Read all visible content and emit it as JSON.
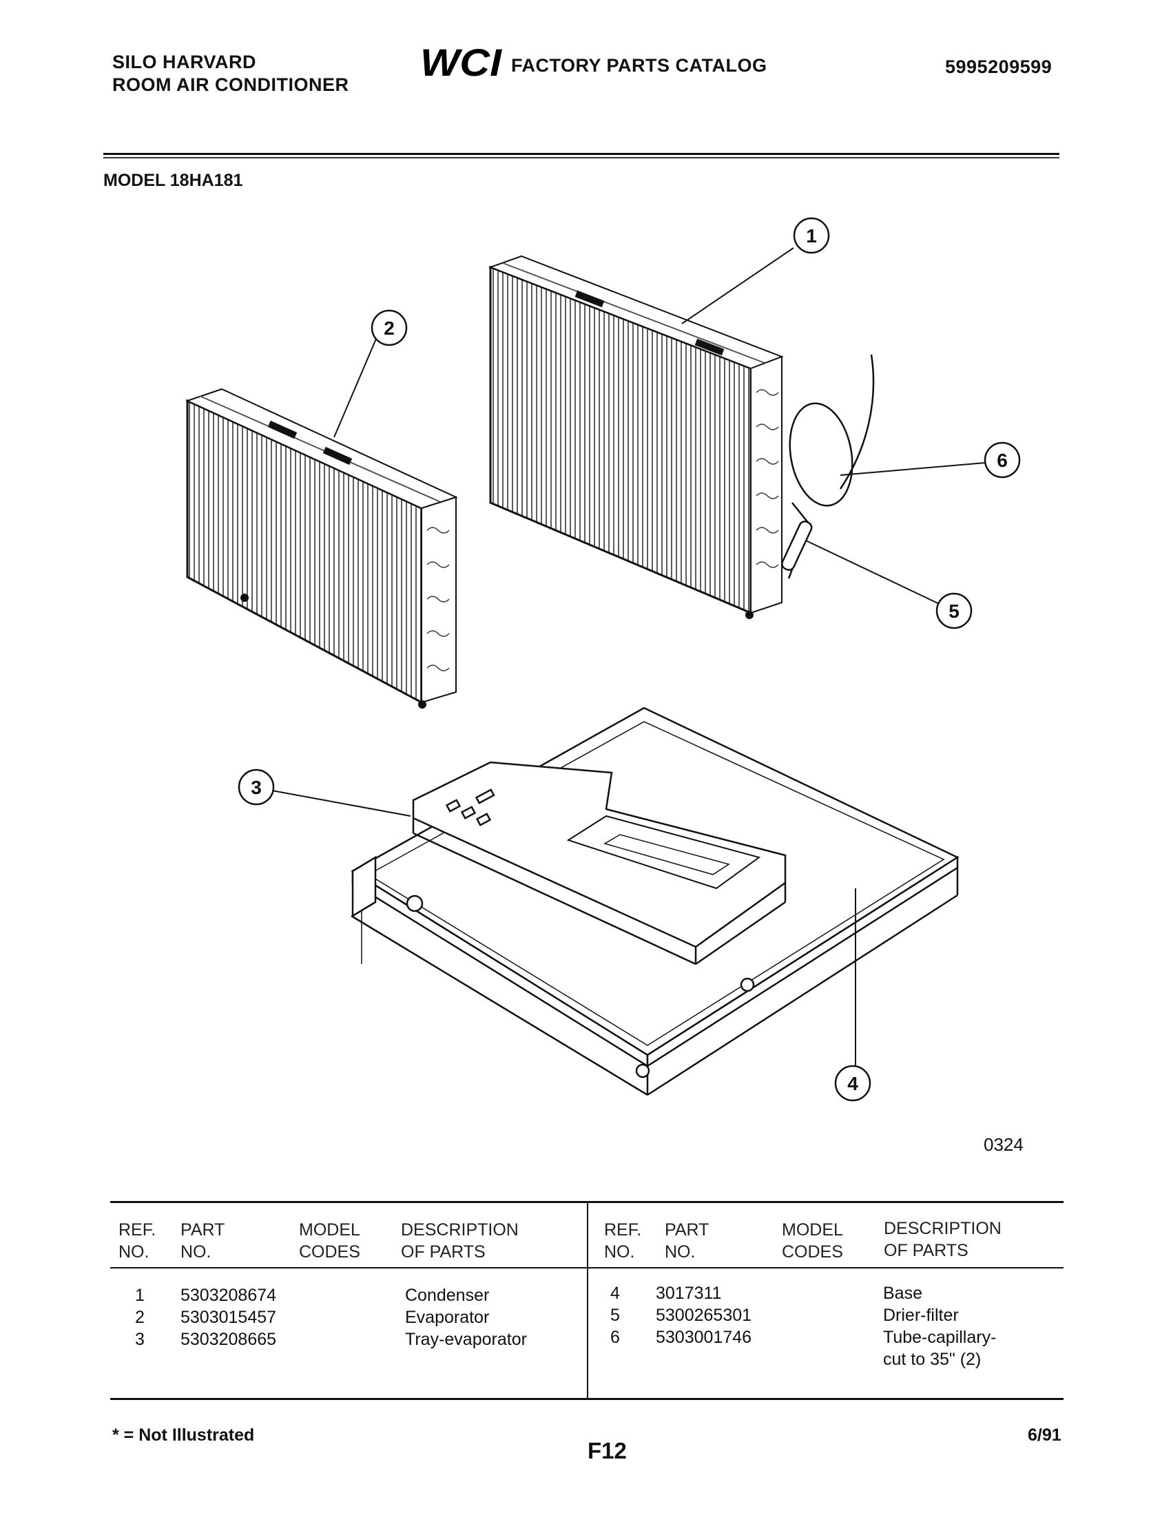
{
  "header": {
    "brand_line1": "SILO HARVARD",
    "brand_line2": "ROOM AIR CONDITIONER",
    "logo_text": "WCI",
    "catalog_title": "FACTORY PARTS CATALOG",
    "catalog_number": "5995209599"
  },
  "model": {
    "label": "MODEL 18HA181"
  },
  "diagram": {
    "callouts": [
      "1",
      "2",
      "3",
      "4",
      "5",
      "6"
    ],
    "code": "0324"
  },
  "table": {
    "headers": {
      "ref_no": [
        "REF.",
        "NO."
      ],
      "part_no": [
        "PART",
        "NO."
      ],
      "model_codes": [
        "MODEL",
        "CODES"
      ],
      "description": [
        "DESCRIPTION",
        "OF PARTS"
      ]
    },
    "left_rows": [
      {
        "ref": "1",
        "part": "5303208674",
        "desc": "Condenser"
      },
      {
        "ref": "2",
        "part": "5303015457",
        "desc": "Evaporator"
      },
      {
        "ref": "3",
        "part": "5303208665",
        "desc": "Tray-evaporator"
      }
    ],
    "right_rows": [
      {
        "ref": "4",
        "part": "3017311",
        "desc": "Base"
      },
      {
        "ref": "5",
        "part": "5300265301",
        "desc": "Drier-filter"
      },
      {
        "ref": "6",
        "part": "5303001746",
        "desc": "Tube-capillary-",
        "desc2": "cut to 35\" (2)"
      }
    ]
  },
  "footer": {
    "note": "* = Not Illustrated",
    "page_code": "F12",
    "date": "6/91"
  }
}
